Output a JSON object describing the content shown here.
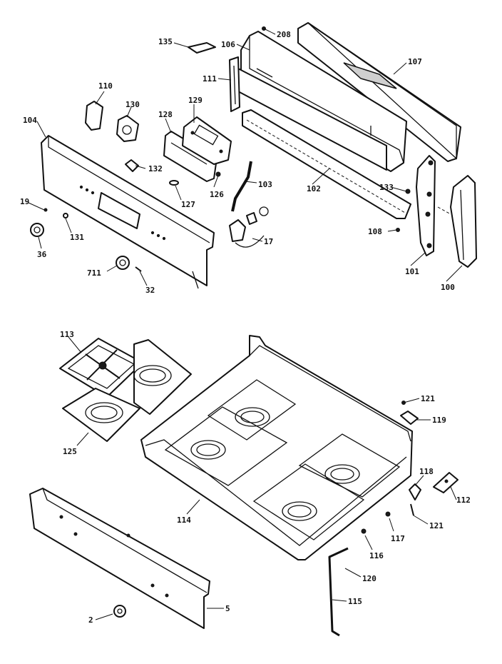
{
  "part_labels": {
    "p135": "135",
    "p106": "106",
    "p208": "208",
    "p107": "107",
    "p110": "110",
    "p111": "111",
    "p130": "130",
    "p129": "129",
    "p128": "128",
    "p104": "104",
    "p132": "132",
    "p126": "126",
    "p103": "103",
    "p102": "102",
    "p133": "133",
    "p127": "127",
    "p19": "19",
    "p131": "131",
    "p108": "108",
    "p17": "17",
    "p36": "36",
    "p711": "711",
    "p32": "32",
    "p101": "101",
    "p100": "100",
    "p113": "113",
    "p125": "125",
    "p121a": "121",
    "p119": "119",
    "p118": "118",
    "p112": "112",
    "p114": "114",
    "p121b": "121",
    "p117": "117",
    "p116": "116",
    "p120": "120",
    "p115": "115",
    "p5": "5",
    "p2": "2"
  }
}
